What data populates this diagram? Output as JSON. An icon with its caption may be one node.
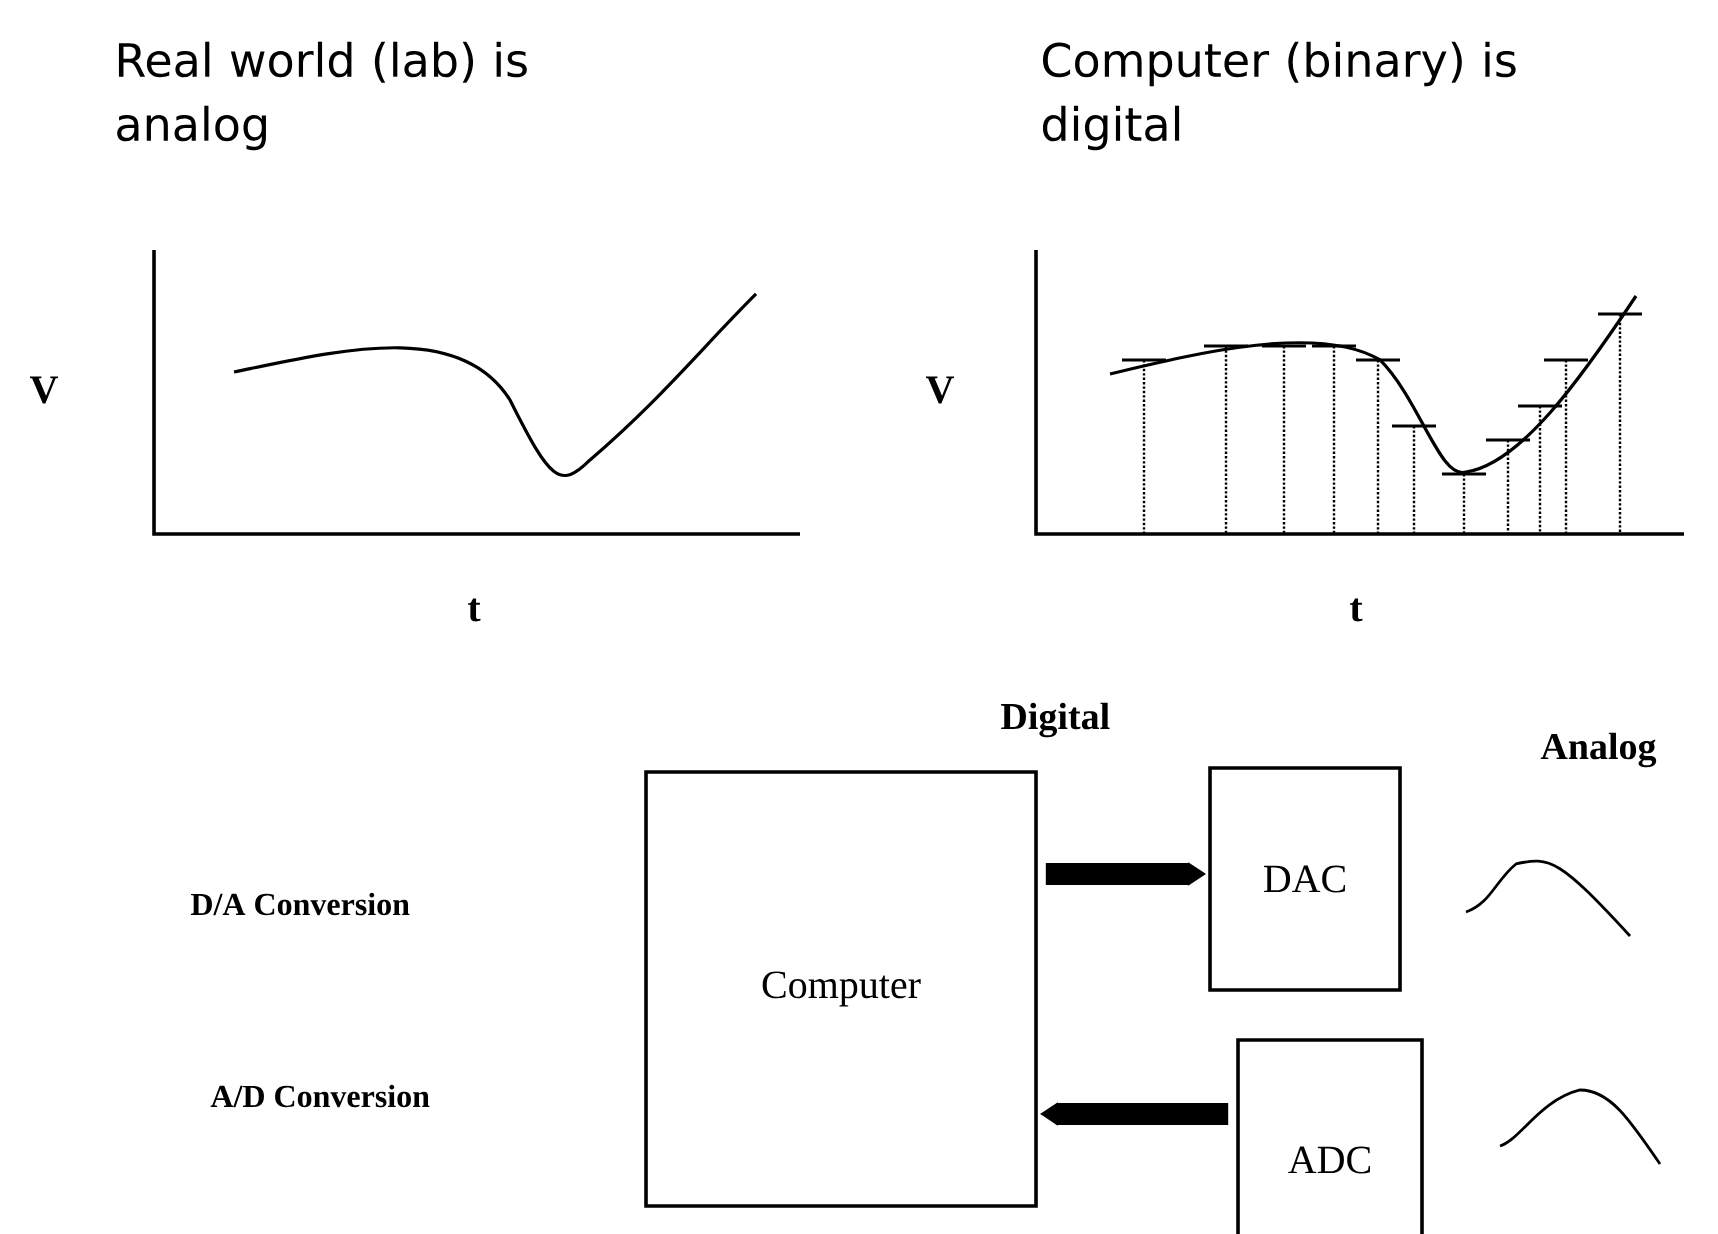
{
  "diagram": {
    "nodes": [
      {
        "text": [
          "Computer"
        ]
      },
      {
        "text": [
          "DAC"
        ]
      },
      {
        "text": [
          "ADC"
        ]
      }
    ],
    "edges": [
      {
        "from": 0,
        "to": 1,
        "arrow": "to"
      },
      {
        "from": 2,
        "to": 0,
        "arrow": "to"
      }
    ],
    "labels": [
      "Real world (lab) is analog",
      "Computer (binary) is digital",
      "V",
      "t",
      "V",
      "t",
      "Digital",
      "Analog",
      "D/A Conversion",
      "A/D Conversion"
    ]
  }
}
